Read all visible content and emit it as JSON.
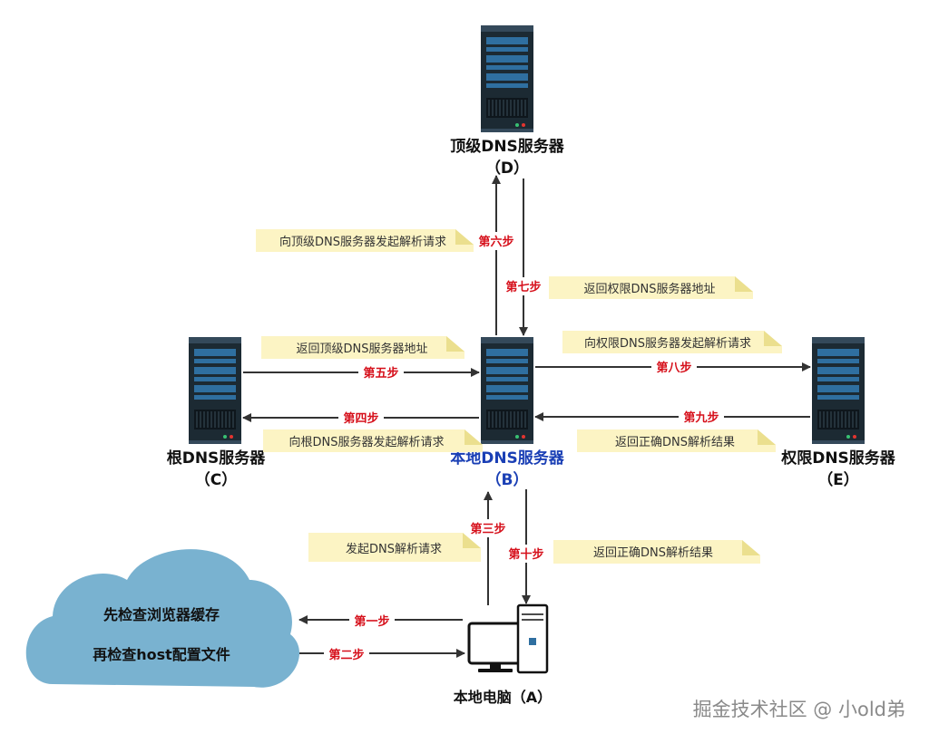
{
  "servers": {
    "top": {
      "name": "顶级DNS服务器",
      "code": "（D）"
    },
    "root": {
      "name": "根DNS服务器",
      "code": "（C）"
    },
    "local": {
      "name": "本地DNS服务器",
      "code": "（B）"
    },
    "auth": {
      "name": "权限DNS服务器",
      "code": "（E）"
    }
  },
  "computer": {
    "label": "本地电脑（A）"
  },
  "cloud": {
    "line1": "先检查浏览器缓存",
    "line2": "再检查host配置文件"
  },
  "steps": {
    "s1": "第一步",
    "s2": "第二步",
    "s3": "第三步",
    "s4": "第四步",
    "s5": "第五步",
    "s6": "第六步",
    "s7": "第七步",
    "s8": "第八步",
    "s9": "第九步",
    "s10": "第十步"
  },
  "notes": {
    "n6": "向顶级DNS服务器发起解析请求",
    "n7": "返回权限DNS服务器地址",
    "n5": "返回顶级DNS服务器地址",
    "n8": "向权限DNS服务器发起解析请求",
    "n4": "向根DNS服务器发起解析请求",
    "n9": "返回正确DNS解析结果",
    "n3": "发起DNS解析请求",
    "n10": "返回正确DNS解析结果"
  },
  "watermark": "掘金技术社区 @ 小old弟",
  "colors": {
    "step_text": "#d6101b",
    "local_server_text": "#1a3fb5",
    "note_bg": "#fcf4c4",
    "cloud": "#79b2d0",
    "arrow": "#333333",
    "server_body": "#1c2a33",
    "server_panel": "#2f6fa0"
  }
}
